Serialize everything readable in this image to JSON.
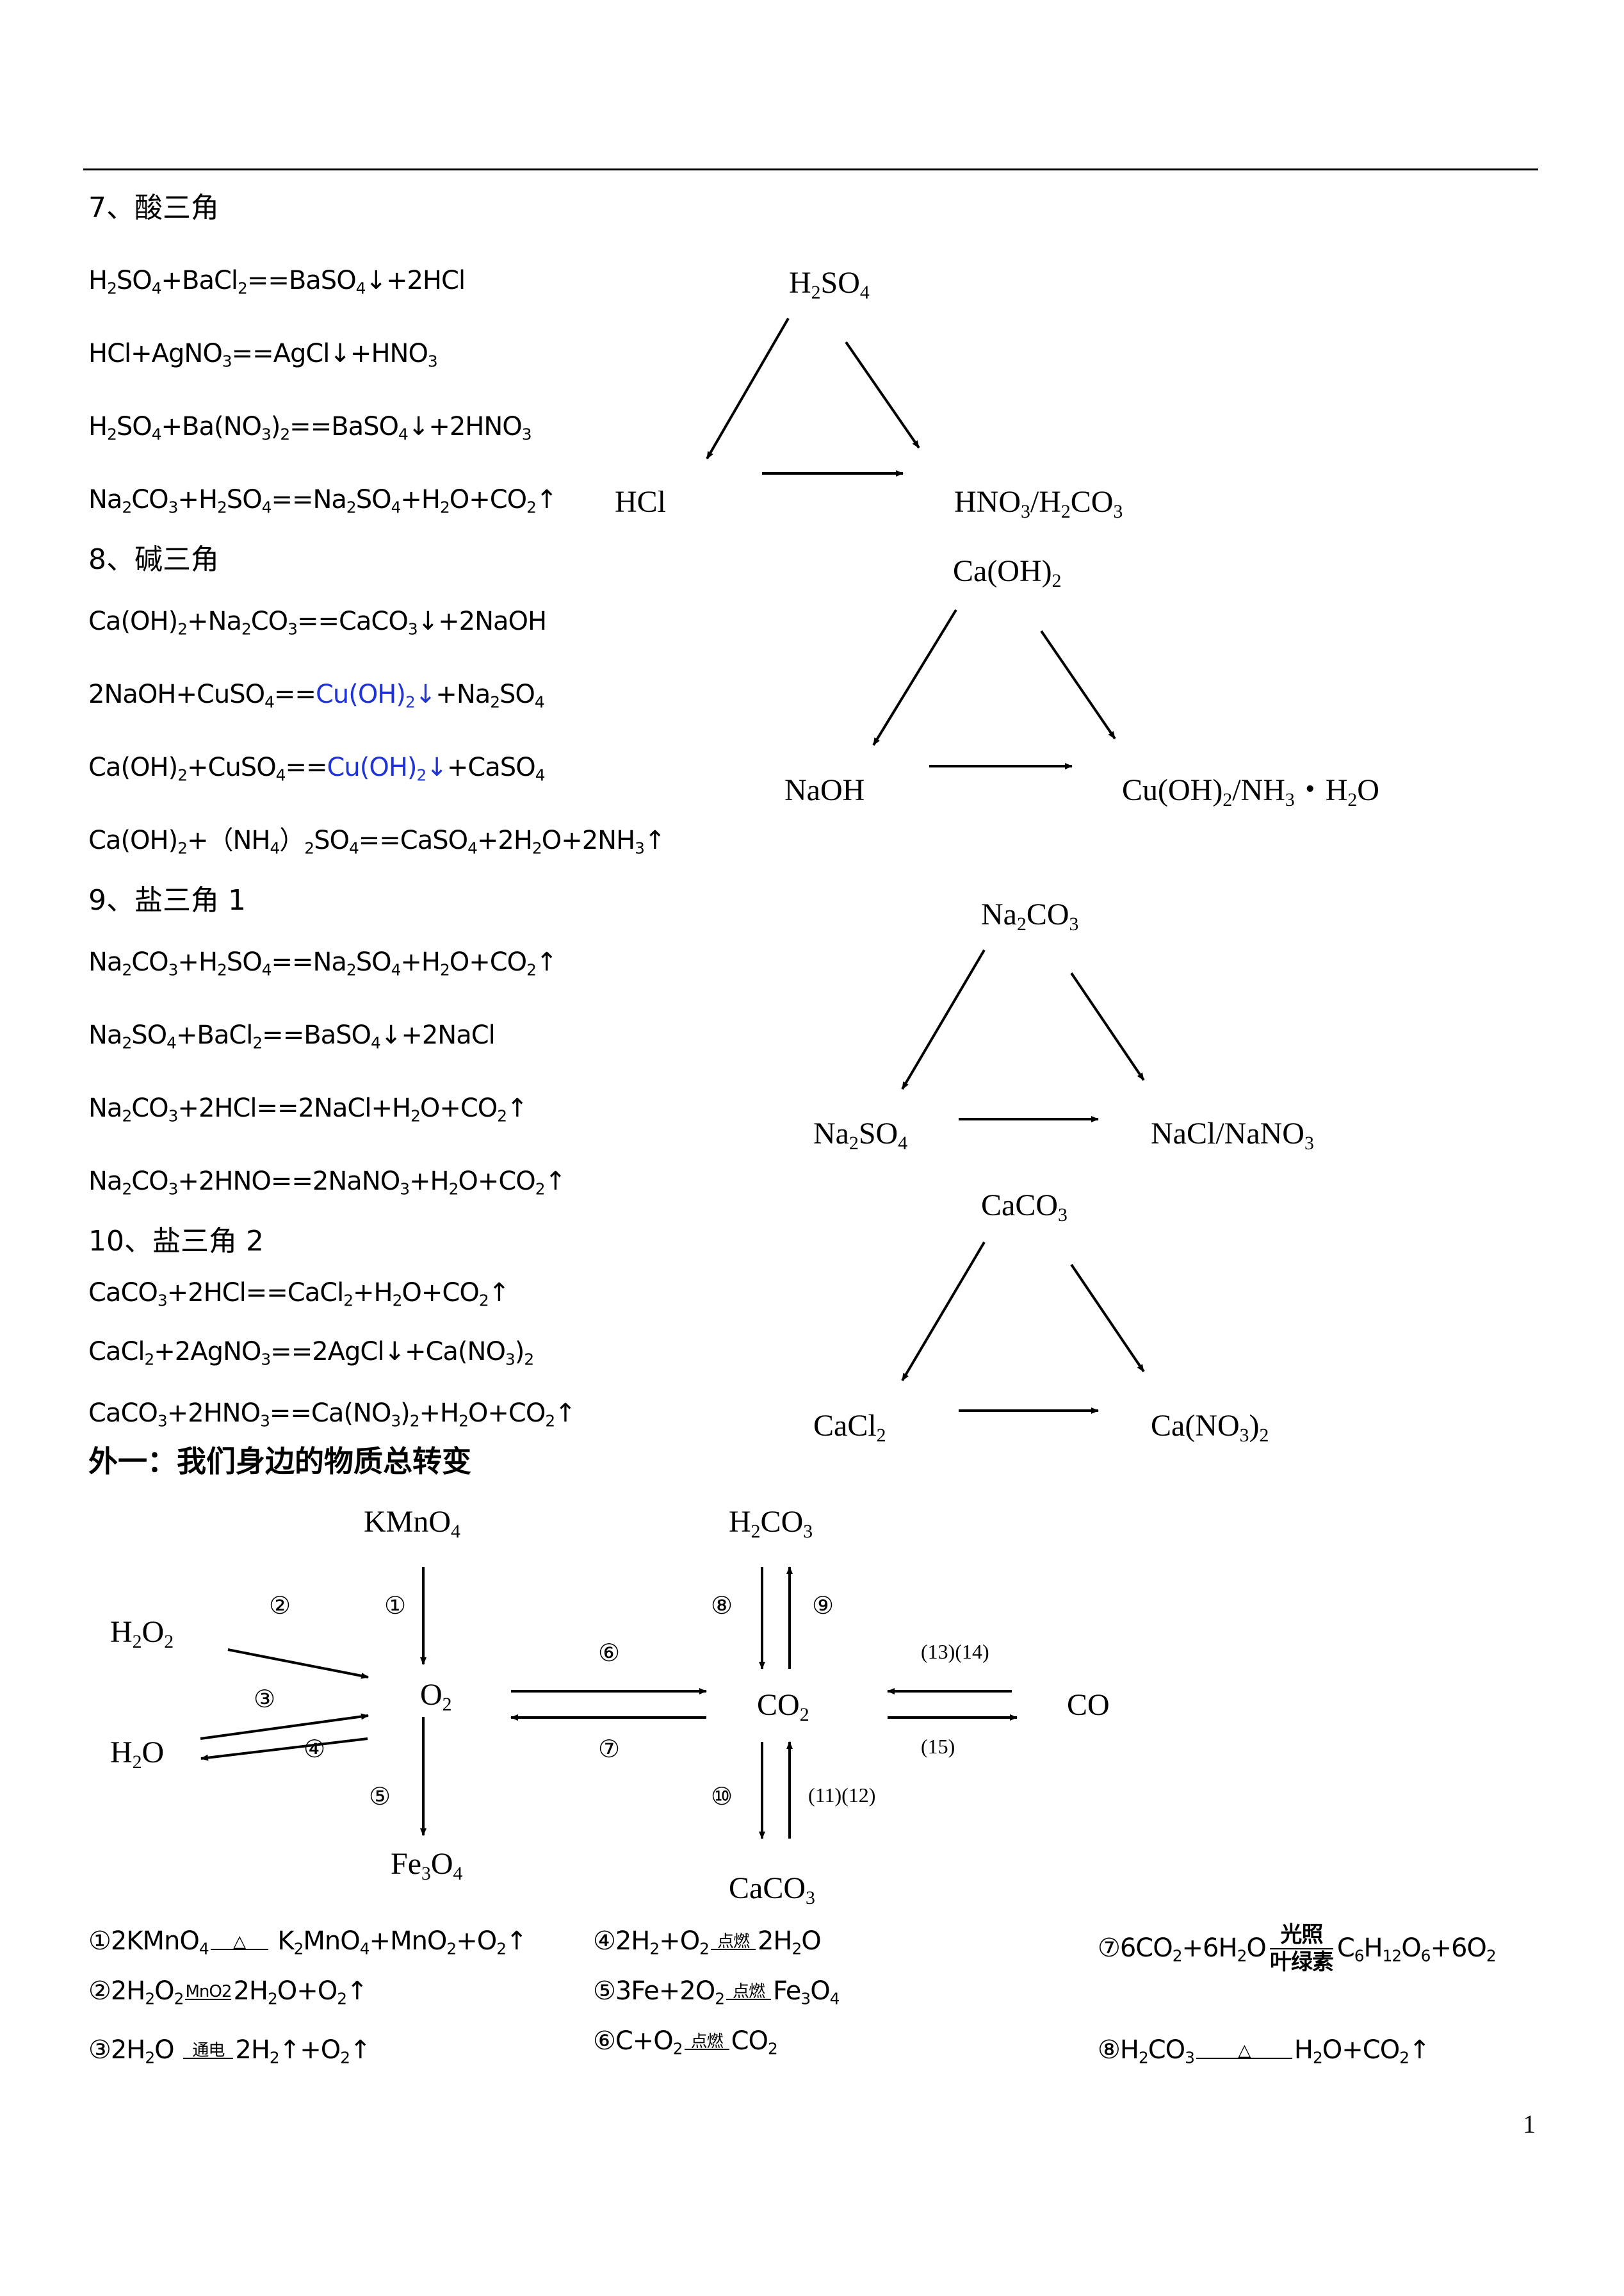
{
  "sections": [
    {
      "title": "7、酸三角",
      "equations": [
        [
          {
            "t": "H"
          },
          {
            "s": "2"
          },
          {
            "t": "SO"
          },
          {
            "s": "4"
          },
          {
            "t": "+BaCl"
          },
          {
            "s": "2"
          },
          {
            "t": "==BaSO"
          },
          {
            "s": "4"
          },
          {
            "t": "↓+2HCl"
          }
        ],
        [
          {
            "t": "HCl+AgNO"
          },
          {
            "s": "3"
          },
          {
            "t": "==AgCl↓+HNO"
          },
          {
            "s": "3"
          }
        ],
        [
          {
            "t": "H"
          },
          {
            "s": "2"
          },
          {
            "t": "SO"
          },
          {
            "s": "4"
          },
          {
            "t": "+Ba(NO"
          },
          {
            "s": "3"
          },
          {
            "t": ")"
          },
          {
            "s": "2"
          },
          {
            "t": "==BaSO"
          },
          {
            "s": "4"
          },
          {
            "t": "↓+2HNO"
          },
          {
            "s": "3"
          }
        ],
        [
          {
            "t": "Na"
          },
          {
            "s": "2"
          },
          {
            "t": "CO"
          },
          {
            "s": "3"
          },
          {
            "t": "+H"
          },
          {
            "s": "2"
          },
          {
            "t": "SO"
          },
          {
            "s": "4"
          },
          {
            "t": "==Na"
          },
          {
            "s": "2"
          },
          {
            "t": "SO"
          },
          {
            "s": "4"
          },
          {
            "t": "+H"
          },
          {
            "s": "2"
          },
          {
            "t": "O+CO"
          },
          {
            "s": "2"
          },
          {
            "t": "↑"
          }
        ]
      ],
      "nodes": [
        [
          {
            "t": "H"
          },
          {
            "s": "2"
          },
          {
            "t": "SO"
          },
          {
            "s": "4"
          }
        ],
        [
          {
            "t": "HCl"
          }
        ],
        [
          {
            "t": "HNO"
          },
          {
            "s": "3"
          },
          {
            "t": "/H"
          },
          {
            "s": "2"
          },
          {
            "t": "CO"
          },
          {
            "s": "3"
          }
        ]
      ]
    },
    {
      "title": "8、碱三角",
      "equations": [
        [
          {
            "t": "Ca(OH)"
          },
          {
            "s": "2"
          },
          {
            "t": "+Na"
          },
          {
            "s": "2"
          },
          {
            "t": "CO"
          },
          {
            "s": "3"
          },
          {
            "t": "==CaCO"
          },
          {
            "s": "3"
          },
          {
            "t": "↓+2NaOH"
          }
        ],
        [
          {
            "t": "2NaOH+CuSO"
          },
          {
            "s": "4"
          },
          {
            "t": "=="
          },
          {
            "b": "Cu(OH)"
          },
          {
            "bs": "2"
          },
          {
            "b": "↓"
          },
          {
            "t": "+Na"
          },
          {
            "s": "2"
          },
          {
            "t": "SO"
          },
          {
            "s": "4"
          }
        ],
        [
          {
            "t": "Ca(OH)"
          },
          {
            "s": "2"
          },
          {
            "t": "+CuSO"
          },
          {
            "s": "4"
          },
          {
            "t": "=="
          },
          {
            "b": "Cu(OH)"
          },
          {
            "bs": "2"
          },
          {
            "b": "↓"
          },
          {
            "t": "+CaSO"
          },
          {
            "s": "4"
          }
        ],
        [
          {
            "t": "Ca(OH)"
          },
          {
            "s": "2"
          },
          {
            "t": "+（NH"
          },
          {
            "s": "4"
          },
          {
            "t": "）"
          },
          {
            "s": "2"
          },
          {
            "t": "SO"
          },
          {
            "s": "4"
          },
          {
            "t": "==CaSO"
          },
          {
            "s": "4"
          },
          {
            "t": "+2H"
          },
          {
            "s": "2"
          },
          {
            "t": "O+2NH"
          },
          {
            "s": "3"
          },
          {
            "t": "↑"
          }
        ]
      ],
      "nodes": [
        [
          {
            "t": "Ca(OH)"
          },
          {
            "s": "2"
          }
        ],
        [
          {
            "t": "NaOH"
          }
        ],
        [
          {
            "t": "Cu(OH)"
          },
          {
            "s": "2"
          },
          {
            "t": "/NH"
          },
          {
            "s": "3"
          },
          {
            "t": "・H"
          },
          {
            "s": "2"
          },
          {
            "t": "O"
          }
        ]
      ]
    },
    {
      "title": "9、盐三角 1",
      "equations": [
        [
          {
            "t": "Na"
          },
          {
            "s": "2"
          },
          {
            "t": "CO"
          },
          {
            "s": "3"
          },
          {
            "t": "+H"
          },
          {
            "s": "2"
          },
          {
            "t": "SO"
          },
          {
            "s": "4"
          },
          {
            "t": "==Na"
          },
          {
            "s": "2"
          },
          {
            "t": "SO"
          },
          {
            "s": "4"
          },
          {
            "t": "+H"
          },
          {
            "s": "2"
          },
          {
            "t": "O+CO"
          },
          {
            "s": "2"
          },
          {
            "t": "↑"
          }
        ],
        [
          {
            "t": "Na"
          },
          {
            "s": "2"
          },
          {
            "t": "SO"
          },
          {
            "s": "4"
          },
          {
            "t": "+BaCl"
          },
          {
            "s": "2"
          },
          {
            "t": "==BaSO"
          },
          {
            "s": "4"
          },
          {
            "t": "↓+2NaCl"
          }
        ],
        [
          {
            "t": "Na"
          },
          {
            "s": "2"
          },
          {
            "t": "CO"
          },
          {
            "s": "3"
          },
          {
            "t": "+2HCl==2NaCl+H"
          },
          {
            "s": "2"
          },
          {
            "t": "O+CO"
          },
          {
            "s": "2"
          },
          {
            "t": "↑"
          }
        ],
        [
          {
            "t": "Na"
          },
          {
            "s": "2"
          },
          {
            "t": "CO"
          },
          {
            "s": "3"
          },
          {
            "t": "+2HNO==2NaNO"
          },
          {
            "s": "3"
          },
          {
            "t": "+H"
          },
          {
            "s": "2"
          },
          {
            "t": "O+CO"
          },
          {
            "s": "2"
          },
          {
            "t": "↑"
          }
        ]
      ],
      "nodes": [
        [
          {
            "t": "Na"
          },
          {
            "s": "2"
          },
          {
            "t": "CO"
          },
          {
            "s": "3"
          }
        ],
        [
          {
            "t": "Na"
          },
          {
            "s": "2"
          },
          {
            "t": "SO"
          },
          {
            "s": "4"
          }
        ],
        [
          {
            "t": "NaCl/NaNO"
          },
          {
            "s": "3"
          }
        ]
      ]
    },
    {
      "title": "10、盐三角 2",
      "equations": [
        [
          {
            "t": "CaCO"
          },
          {
            "s": "3"
          },
          {
            "t": "+2HCl==CaCl"
          },
          {
            "s": "2"
          },
          {
            "t": "+H"
          },
          {
            "s": "2"
          },
          {
            "t": "O+CO"
          },
          {
            "s": "2"
          },
          {
            "t": "↑"
          }
        ],
        [
          {
            "t": "CaCl"
          },
          {
            "s": "2"
          },
          {
            "t": "+2AgNO"
          },
          {
            "s": "3"
          },
          {
            "t": "==2AgCl↓+Ca(NO"
          },
          {
            "s": "3"
          },
          {
            "t": ")"
          },
          {
            "s": "2"
          }
        ],
        [
          {
            "t": "CaCO"
          },
          {
            "s": "3"
          },
          {
            "t": "+2HNO"
          },
          {
            "s": "3"
          },
          {
            "t": "==Ca(NO"
          },
          {
            "s": "3"
          },
          {
            "t": ")"
          },
          {
            "s": "2"
          },
          {
            "t": "+H"
          },
          {
            "s": "2"
          },
          {
            "t": "O+CO"
          },
          {
            "s": "2"
          },
          {
            "t": "↑"
          }
        ]
      ],
      "nodes": [
        [
          {
            "t": "CaCO"
          },
          {
            "s": "3"
          }
        ],
        [
          {
            "t": "CaCl"
          },
          {
            "s": "2"
          }
        ],
        [
          {
            "t": "Ca(NO"
          },
          {
            "s": "3"
          },
          {
            "t": ")"
          },
          {
            "s": "2"
          }
        ]
      ]
    }
  ],
  "extra": {
    "title": "外一：我们身边的物质总转变",
    "nodes": {
      "kmno4": [
        {
          "t": "KMnO"
        },
        {
          "s": "4"
        }
      ],
      "h2o2": [
        {
          "t": "H"
        },
        {
          "s": "2"
        },
        {
          "t": "O"
        },
        {
          "s": "2"
        }
      ],
      "h2o": [
        {
          "t": "H"
        },
        {
          "s": "2"
        },
        {
          "t": "O"
        }
      ],
      "o2": [
        {
          "t": "O"
        },
        {
          "s": "2"
        }
      ],
      "fe3o4": [
        {
          "t": "Fe"
        },
        {
          "s": "3"
        },
        {
          "t": "O"
        },
        {
          "s": "4"
        }
      ],
      "h2co3": [
        {
          "t": "H"
        },
        {
          "s": "2"
        },
        {
          "t": "CO"
        },
        {
          "s": "3"
        }
      ],
      "co2": [
        {
          "t": "CO"
        },
        {
          "s": "2"
        }
      ],
      "caco3": [
        {
          "t": "CaCO"
        },
        {
          "s": "3"
        }
      ],
      "co": [
        {
          "t": "CO"
        }
      ]
    },
    "arrow_labels": {
      "n1": "①",
      "n2": "②",
      "n3": "③",
      "n4": "④",
      "n5": "⑤",
      "n6": "⑥",
      "n7": "⑦",
      "n8": "⑧",
      "n9": "⑨",
      "n10": "⑩",
      "n11_12": "(11)(12)",
      "n13_14": "(13)(14)",
      "n15": "(15)"
    },
    "reactions": [
      [
        {
          "t": "①2KMnO"
        },
        {
          "s": "4"
        },
        {
          "c": "△",
          "w": 90
        },
        {
          "t": " K"
        },
        {
          "s": "2"
        },
        {
          "t": "MnO"
        },
        {
          "s": "4"
        },
        {
          "t": "+MnO"
        },
        {
          "s": "2"
        },
        {
          "t": "+O"
        },
        {
          "s": "2"
        },
        {
          "t": "↑"
        }
      ],
      [
        {
          "t": "②2H"
        },
        {
          "s": "2"
        },
        {
          "t": "O"
        },
        {
          "s": "2"
        },
        {
          "c": "MnO2",
          "w": 72
        },
        {
          "t": "2H"
        },
        {
          "s": "2"
        },
        {
          "t": "O+O"
        },
        {
          "s": "2"
        },
        {
          "t": "↑"
        }
      ],
      [
        {
          "t": "③2H"
        },
        {
          "s": "2"
        },
        {
          "t": "O "
        },
        {
          "c": "通电",
          "w": 78
        },
        {
          "t": "2H"
        },
        {
          "s": "2"
        },
        {
          "t": "↑+O"
        },
        {
          "s": "2"
        },
        {
          "t": "↑"
        }
      ],
      [
        {
          "t": "④2H"
        },
        {
          "s": "2"
        },
        {
          "t": "+O"
        },
        {
          "s": "2"
        },
        {
          "c": "点燃",
          "w": 70
        },
        {
          "t": "2H"
        },
        {
          "s": "2"
        },
        {
          "t": "O"
        }
      ],
      [
        {
          "t": "⑤3Fe+2O"
        },
        {
          "s": "2"
        },
        {
          "c": "点燃",
          "w": 70
        },
        {
          "t": "Fe"
        },
        {
          "s": "3"
        },
        {
          "t": "O"
        },
        {
          "s": "4"
        }
      ],
      [
        {
          "t": "⑥C+O"
        },
        {
          "s": "2"
        },
        {
          "c": "点燃",
          "w": 70
        },
        {
          "t": "CO"
        },
        {
          "s": "2"
        }
      ],
      [
        {
          "t": "⑦6CO"
        },
        {
          "s": "2"
        },
        {
          "t": "+6H"
        },
        {
          "s": "2"
        },
        {
          "t": "O"
        },
        {
          "f": [
            "光照",
            "叶绿素"
          ]
        },
        {
          "t": "C"
        },
        {
          "s": "6"
        },
        {
          "t": "H"
        },
        {
          "s": "12"
        },
        {
          "t": "O"
        },
        {
          "s": "6"
        },
        {
          "t": "+6O"
        },
        {
          "s": "2"
        }
      ],
      [
        {
          "t": "⑧H"
        },
        {
          "s": "2"
        },
        {
          "t": "CO"
        },
        {
          "s": "3"
        },
        {
          "c": "△",
          "w": 150
        },
        {
          "t": "H"
        },
        {
          "s": "2"
        },
        {
          "t": "O+CO"
        },
        {
          "s": "2"
        },
        {
          "t": "↑"
        }
      ]
    ]
  },
  "page_number": "1"
}
